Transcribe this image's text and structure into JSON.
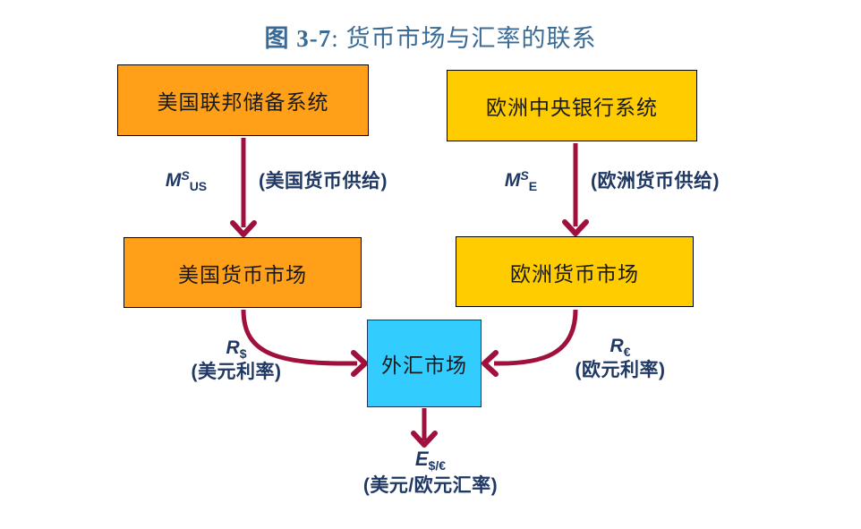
{
  "title": {
    "prefix": "图 3-7",
    "suffix": ": 货币市场与汇率的联系"
  },
  "boxes": {
    "fed": {
      "label": "美国联邦储备系统"
    },
    "ecb": {
      "label": "欧洲中央银行系统"
    },
    "us_money_market": {
      "label": "美国货币市场"
    },
    "eu_money_market": {
      "label": "欧洲货币市场"
    },
    "fx_market": {
      "label": "外汇市场"
    }
  },
  "labels": {
    "ms_us": {
      "base": "M",
      "sup": "S",
      "sub": "US",
      "caption": "(美国货币供给)"
    },
    "ms_e": {
      "base": "M",
      "sup": "S",
      "sub": "E",
      "caption": "(欧洲货币供给)"
    },
    "r_usd": {
      "base": "R",
      "sub": "$",
      "caption": "(美元利率)"
    },
    "r_eur": {
      "base": "R",
      "sub": "€",
      "caption": "(欧元利率)"
    },
    "e_usd_eur": {
      "base": "E",
      "sub": "$/€",
      "caption": "(美元/欧元汇率)"
    }
  },
  "colors": {
    "orange": "#FFA018",
    "gold": "#FFCC00",
    "cyan": "#33CCFF",
    "arrow": "#A0103C",
    "label_navy": "#1F3864",
    "title_blue": "#3A6B96",
    "box_border": "#000000",
    "fx_border": "#17375E",
    "box_text": "#1A1A1A",
    "background": "#FFFFFF"
  }
}
